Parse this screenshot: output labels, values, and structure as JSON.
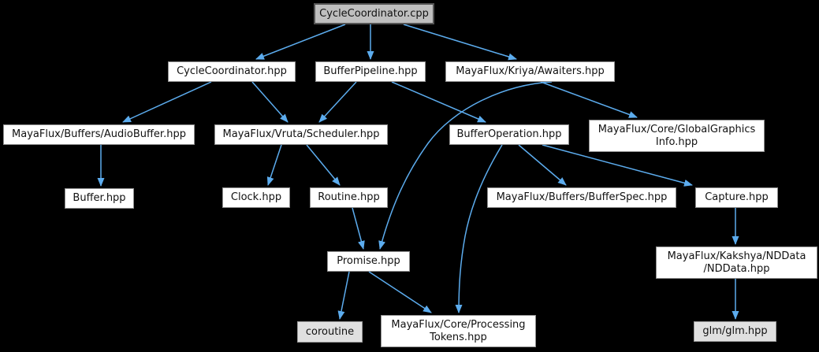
{
  "diagram": {
    "type": "include-dependency-graph",
    "background_color": "#000000",
    "edge_color": "#5cacee",
    "central_node_fill": "#bfbfbf",
    "node_fill": "#ffffff",
    "leaf_node_fill": "#e0e0e0",
    "nodes": {
      "cpp": {
        "label": "CycleCoordinator.cpp"
      },
      "cyclehpp": {
        "label": "CycleCoordinator.hpp"
      },
      "pipeline": {
        "label": "BufferPipeline.hpp"
      },
      "awaiters": {
        "label": "MayaFlux/Kriya/Awaiters.hpp"
      },
      "audiobuffer": {
        "label": "MayaFlux/Buffers/AudioBuffer.hpp"
      },
      "scheduler": {
        "label": "MayaFlux/Vruta/Scheduler.hpp"
      },
      "bufferop": {
        "label": "BufferOperation.hpp"
      },
      "globalgraphics": {
        "label": "MayaFlux/Core/GlobalGraphics\nInfo.hpp"
      },
      "buffer": {
        "label": "Buffer.hpp"
      },
      "clock": {
        "label": "Clock.hpp"
      },
      "routine": {
        "label": "Routine.hpp"
      },
      "bufferspec": {
        "label": "MayaFlux/Buffers/BufferSpec.hpp"
      },
      "capture": {
        "label": "Capture.hpp"
      },
      "promise": {
        "label": "Promise.hpp"
      },
      "nddata": {
        "label": "MayaFlux/Kakshya/NDData\n/NDData.hpp"
      },
      "coroutine": {
        "label": "coroutine"
      },
      "proctokens": {
        "label": "MayaFlux/Core/Processing\nTokens.hpp"
      },
      "glm": {
        "label": "glm/glm.hpp"
      }
    },
    "edges": [
      {
        "from": "CycleCoordinator.cpp",
        "to": "CycleCoordinator.hpp"
      },
      {
        "from": "CycleCoordinator.cpp",
        "to": "BufferPipeline.hpp"
      },
      {
        "from": "CycleCoordinator.cpp",
        "to": "MayaFlux/Kriya/Awaiters.hpp"
      },
      {
        "from": "CycleCoordinator.hpp",
        "to": "MayaFlux/Buffers/AudioBuffer.hpp"
      },
      {
        "from": "CycleCoordinator.hpp",
        "to": "MayaFlux/Vruta/Scheduler.hpp"
      },
      {
        "from": "BufferPipeline.hpp",
        "to": "MayaFlux/Vruta/Scheduler.hpp"
      },
      {
        "from": "BufferPipeline.hpp",
        "to": "BufferOperation.hpp"
      },
      {
        "from": "MayaFlux/Kriya/Awaiters.hpp",
        "to": "MayaFlux/Core/GlobalGraphicsInfo.hpp"
      },
      {
        "from": "MayaFlux/Kriya/Awaiters.hpp",
        "to": "Promise.hpp"
      },
      {
        "from": "MayaFlux/Buffers/AudioBuffer.hpp",
        "to": "Buffer.hpp"
      },
      {
        "from": "MayaFlux/Vruta/Scheduler.hpp",
        "to": "Clock.hpp"
      },
      {
        "from": "MayaFlux/Vruta/Scheduler.hpp",
        "to": "Routine.hpp"
      },
      {
        "from": "Routine.hpp",
        "to": "Promise.hpp"
      },
      {
        "from": "BufferOperation.hpp",
        "to": "MayaFlux/Buffers/BufferSpec.hpp"
      },
      {
        "from": "BufferOperation.hpp",
        "to": "Capture.hpp"
      },
      {
        "from": "BufferOperation.hpp",
        "to": "MayaFlux/Core/ProcessingTokens.hpp"
      },
      {
        "from": "Promise.hpp",
        "to": "coroutine"
      },
      {
        "from": "Promise.hpp",
        "to": "MayaFlux/Core/ProcessingTokens.hpp"
      },
      {
        "from": "Capture.hpp",
        "to": "MayaFlux/Kakshya/NDData/NDData.hpp"
      },
      {
        "from": "MayaFlux/Kakshya/NDData/NDData.hpp",
        "to": "glm/glm.hpp"
      }
    ]
  }
}
